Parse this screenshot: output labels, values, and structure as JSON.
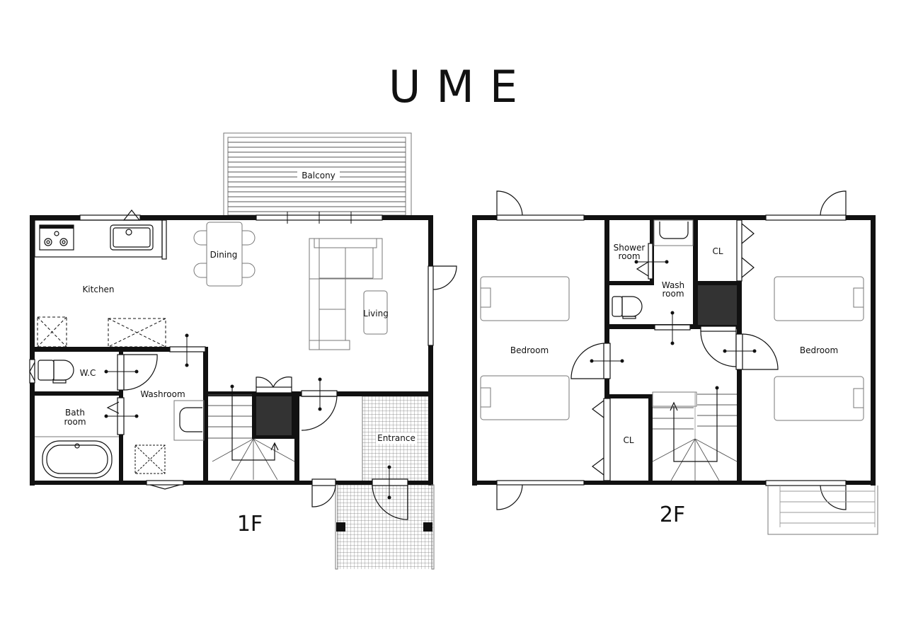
{
  "title": "UME",
  "floors": [
    {
      "id": "1F",
      "label": "1F",
      "rooms": {
        "balcony": "Balcony",
        "kitchen": "Kitchen",
        "dining": "Dining",
        "living": "Living",
        "wc": "W.C",
        "washroom": "Washroom",
        "bath_line1": "Bath",
        "bath_line2": "room",
        "entrance": "Entrance"
      }
    },
    {
      "id": "2F",
      "label": "2F",
      "rooms": {
        "bedroom_left": "Bedroom",
        "shower_line1": "Shower",
        "shower_line2": "room",
        "wash_line1": "Wash",
        "wash_line2": "room",
        "closet_top": "CL",
        "bedroom_right": "Bedroom",
        "closet_bottom": "CL"
      }
    }
  ],
  "colors": {
    "wall": "#111111",
    "fixture": "#777777",
    "void": "#333333",
    "background": "#ffffff"
  }
}
